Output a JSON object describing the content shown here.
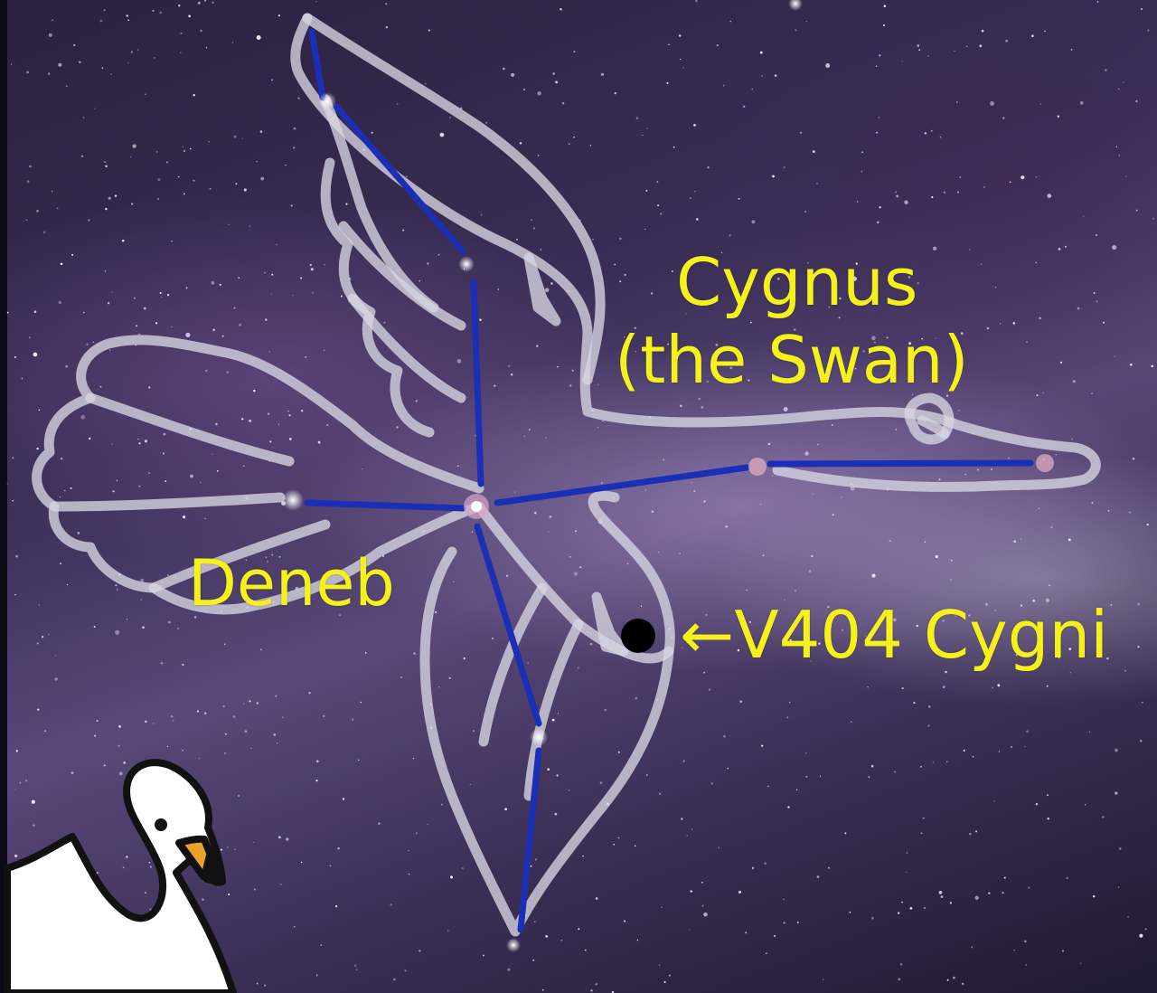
{
  "image": {
    "constellation_name": "Cygnus",
    "constellation_subtitle": "(the Swan)",
    "star_label": "Deneb",
    "target_label": "←V404 Cygni"
  },
  "colors": {
    "label_text": "#f4f21a",
    "constellation_lines": "#1a2fb5",
    "swan_outline": "#d9d6e2",
    "target_dot": "#000000"
  }
}
